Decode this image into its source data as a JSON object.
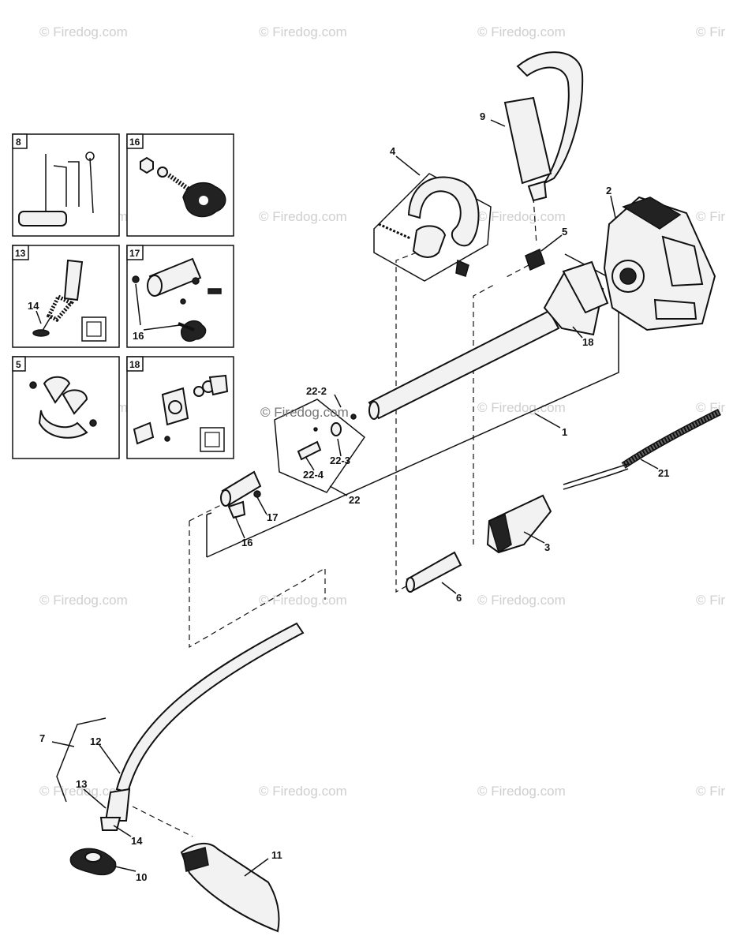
{
  "watermark_text": "© Firedog.com",
  "watermark_text_partial": "© Fir",
  "watermark_overlay": "© Firedog.com",
  "inset_boxes": [
    {
      "id": "8"
    },
    {
      "id": "16"
    },
    {
      "id": "13",
      "sub": "14"
    },
    {
      "id": "17",
      "sub": "16"
    },
    {
      "id": "5"
    },
    {
      "id": "18"
    }
  ],
  "callouts": {
    "c1": "1",
    "c2": "2",
    "c3": "3",
    "c4": "4",
    "c5": "5",
    "c6": "6",
    "c7": "7",
    "c9": "9",
    "c10": "10",
    "c11": "11",
    "c12": "12",
    "c13": "13",
    "c14": "14",
    "c16": "16",
    "c17": "17",
    "c18": "18",
    "c21": "21",
    "c22": "22",
    "c22_2": "22-2",
    "c22_3": "22-3",
    "c22_4": "22-4"
  }
}
